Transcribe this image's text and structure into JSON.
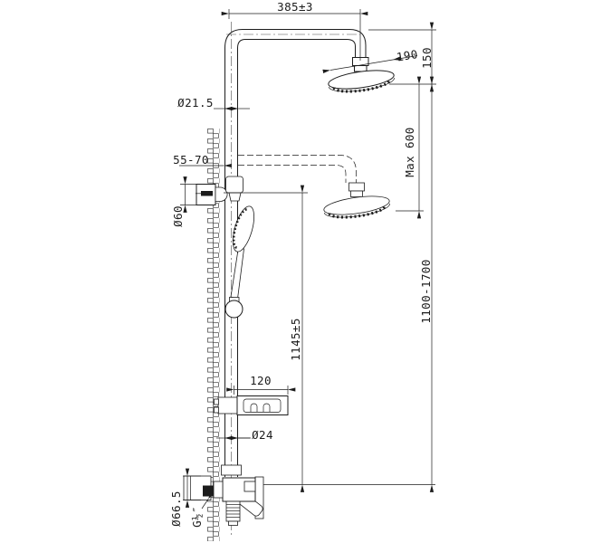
{
  "drawing": {
    "background": "#ffffff",
    "line_color": "#1c1c1c",
    "dimensions": {
      "top_arm_width": "385±3",
      "head_diameter": "190",
      "head_drop": "150",
      "pipe_upper_diameter": "Ø21.5",
      "wall_offset": "55-70",
      "bracket_diameter": "Ø60",
      "max_head_travel": "Max 600",
      "column_height_range": "1100-1700",
      "bracket_to_mixer": "1145±5",
      "shelf_width": "120",
      "pipe_lower_diameter": "Ø24",
      "flange_diameter": "Ø66.5",
      "inlet_thread": "G½″"
    }
  }
}
